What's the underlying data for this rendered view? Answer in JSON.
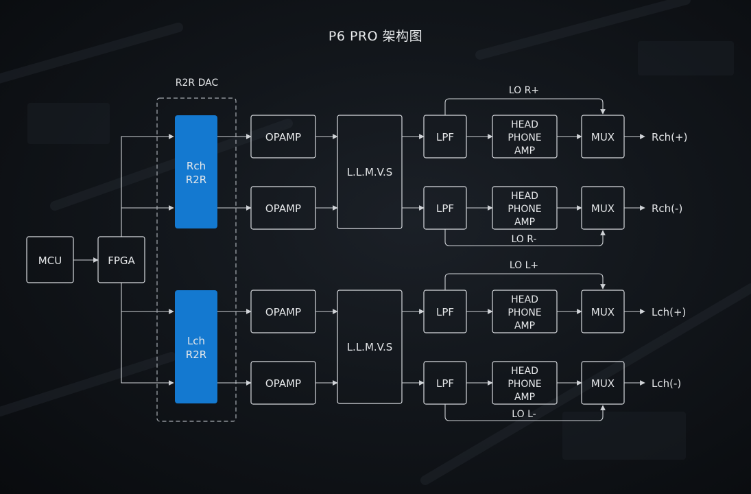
{
  "title": "P6 PRO 架构图",
  "dac_group_label": "R2R DAC",
  "blocks": {
    "mcu": "MCU",
    "fpga": "FPGA",
    "r2r_right": [
      "Rch",
      "R2R"
    ],
    "r2r_left": [
      "Lch",
      "R2R"
    ],
    "opamp": "OPAMP",
    "llmvs": "L.L.M.V.S",
    "lpf": "LPF",
    "hp_amp": [
      "HEAD",
      "PHONE",
      "AMP"
    ],
    "mux": "MUX"
  },
  "bypass_labels": [
    "LO R+",
    "LO R-",
    "LO L+",
    "LO L-"
  ],
  "outputs": [
    "Rch(+)",
    "Rch(-)",
    "Lch(+)",
    "Lch(-)"
  ],
  "colors": {
    "dac_fill": "#1479d0",
    "line": "#d9dce0",
    "text": "#e6e8ea"
  }
}
